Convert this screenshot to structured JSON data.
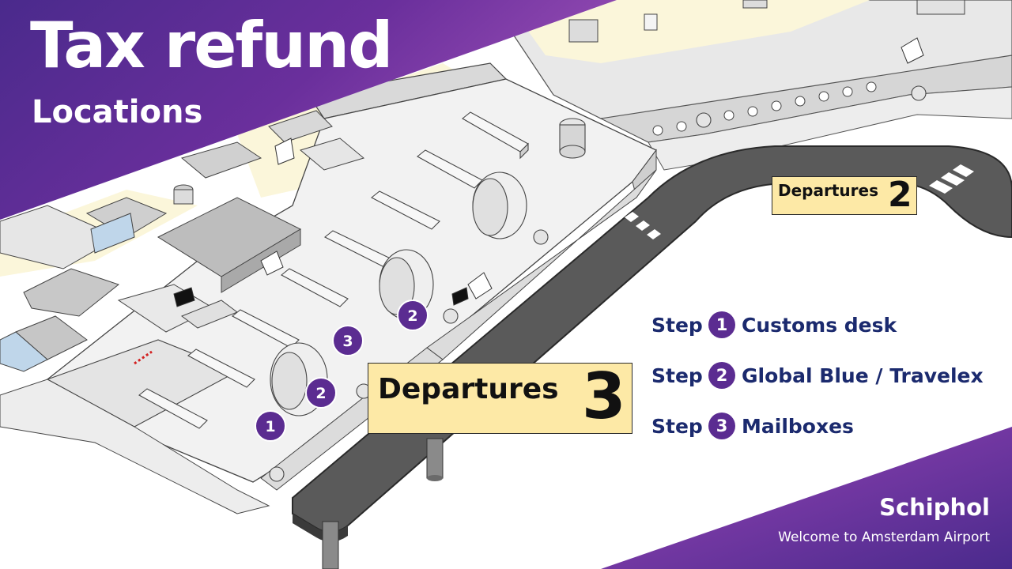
{
  "header": {
    "title": "Tax refund",
    "subtitle": "Locations"
  },
  "map": {
    "labels": {
      "departures_3": {
        "text": "Departures",
        "number": "3"
      },
      "departures_2": {
        "text": "Departures",
        "number": "2"
      }
    },
    "markers": [
      {
        "number": "1",
        "meaning": "Customs desk"
      },
      {
        "number": "2",
        "meaning": "Global Blue / Travelex"
      },
      {
        "number": "3",
        "meaning": "Mailboxes"
      },
      {
        "number": "2",
        "meaning": "Global Blue / Travelex"
      }
    ]
  },
  "legend": {
    "steps": [
      {
        "word": "Step",
        "number": "1",
        "label": "Customs desk"
      },
      {
        "word": "Step",
        "number": "2",
        "label": "Global Blue / Travelex"
      },
      {
        "word": "Step",
        "number": "3",
        "label": "Mailboxes"
      }
    ]
  },
  "footer": {
    "brand": "Schiphol",
    "tagline": "Welcome to Amsterdam Airport"
  },
  "colors": {
    "purple_dark": "#4a2a8c",
    "purple_light": "#9a4fb6",
    "marker": "#5b2c91",
    "label_bg": "#fde9a6",
    "step_text": "#1b2a6e",
    "floor": "#f0f0f0",
    "road": "#5a5a5a"
  }
}
